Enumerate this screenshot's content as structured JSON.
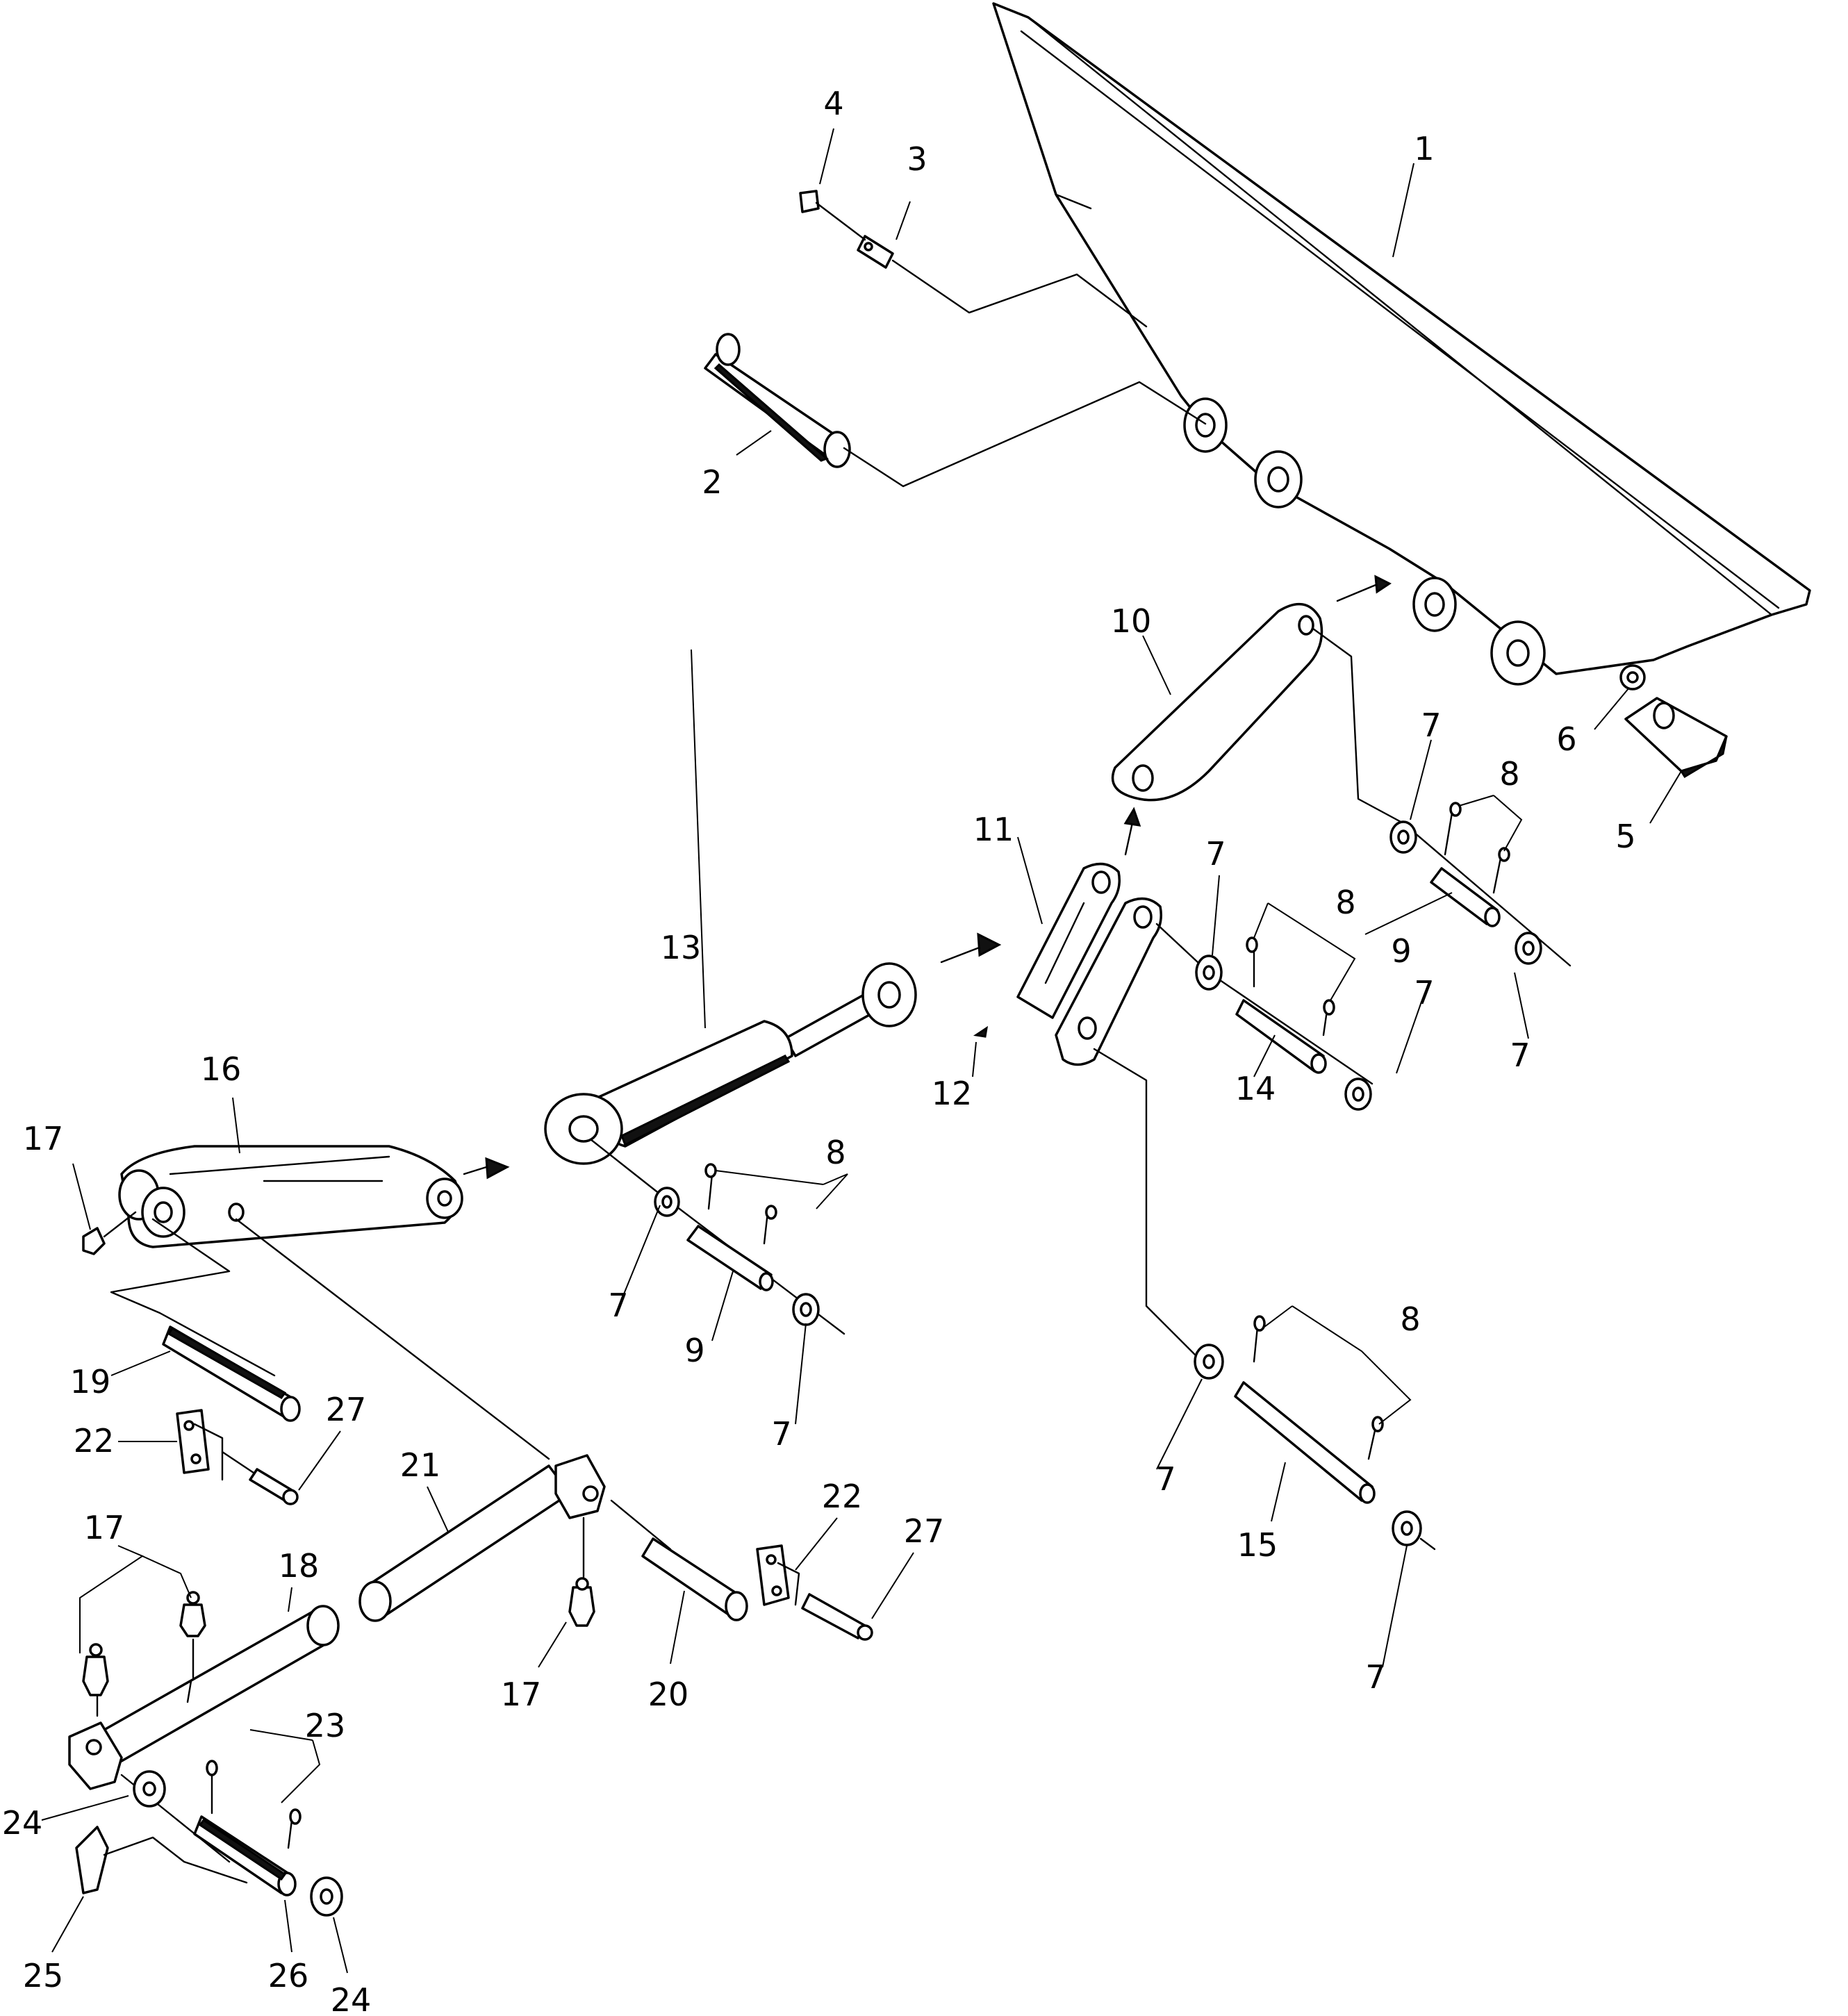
{
  "diagram": {
    "labels": [
      "1",
      "2",
      "3",
      "4",
      "5",
      "6",
      "7",
      "8",
      "9",
      "10",
      "11",
      "12",
      "13",
      "14",
      "15",
      "16",
      "17",
      "18",
      "19",
      "20",
      "21",
      "22",
      "23",
      "24",
      "25",
      "26",
      "27"
    ]
  }
}
